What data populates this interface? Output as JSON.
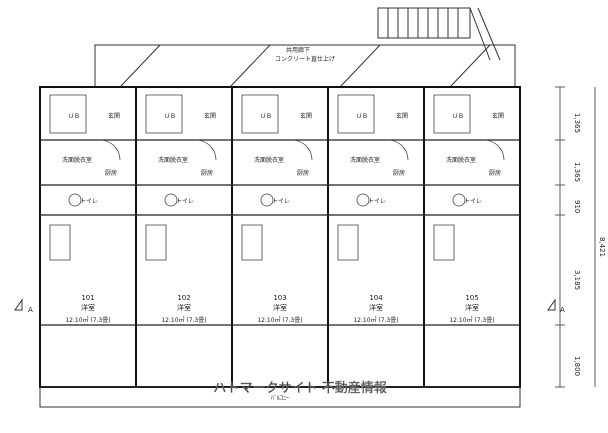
{
  "drawing": {
    "corridor_label_1": "共用廊下",
    "corridor_label_2": "コンクリート直仕上げ",
    "room_labels": {
      "bath": "ＵＢ",
      "entrance": "玄関",
      "washroom": "洗面脱衣室",
      "toilet": "トイレ",
      "kitchen": "厨房"
    },
    "units": [
      {
        "number": "101",
        "type": "洋室",
        "area": "12.10㎡ (7.3畳)"
      },
      {
        "number": "102",
        "type": "洋室",
        "area": "12.10㎡ (7.3畳)"
      },
      {
        "number": "103",
        "type": "洋室",
        "area": "12.10㎡ (7.3畳)"
      },
      {
        "number": "104",
        "type": "洋室",
        "area": "12.10㎡ (7.3畳)"
      },
      {
        "number": "105",
        "type": "洋室",
        "area": "12.10㎡ (7.3畳)"
      }
    ],
    "balcony_label": "ﾊﾞﾙｺﾆｰ",
    "section_marker": "A",
    "dimensions": [
      "1,365",
      "1,365",
      "910",
      "3,185",
      "1,800",
      "8,421"
    ],
    "watermark": "ハトマークサイト 不動産情報"
  }
}
